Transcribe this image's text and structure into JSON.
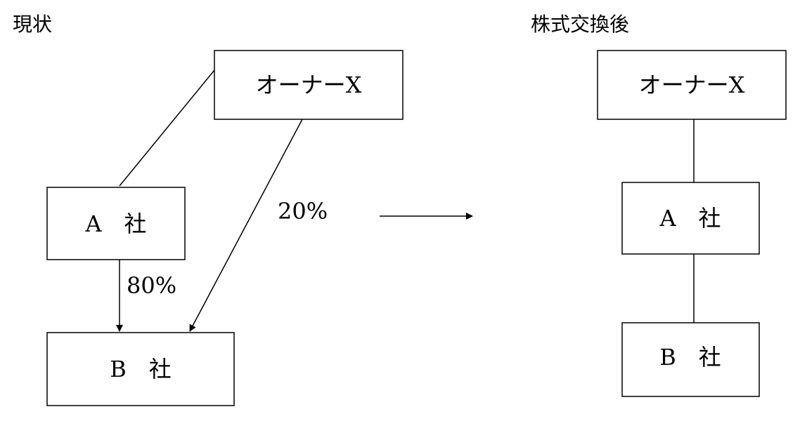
{
  "before": {
    "title": "現状",
    "owner": "オーナーX",
    "company_a": "A　社",
    "company_b": "B　社",
    "a_to_b_pct": "80%",
    "owner_to_b_pct": "20%"
  },
  "after": {
    "title": "株式交換後",
    "owner": "オーナーX",
    "company_a": "A　社",
    "company_b": "B　社"
  }
}
